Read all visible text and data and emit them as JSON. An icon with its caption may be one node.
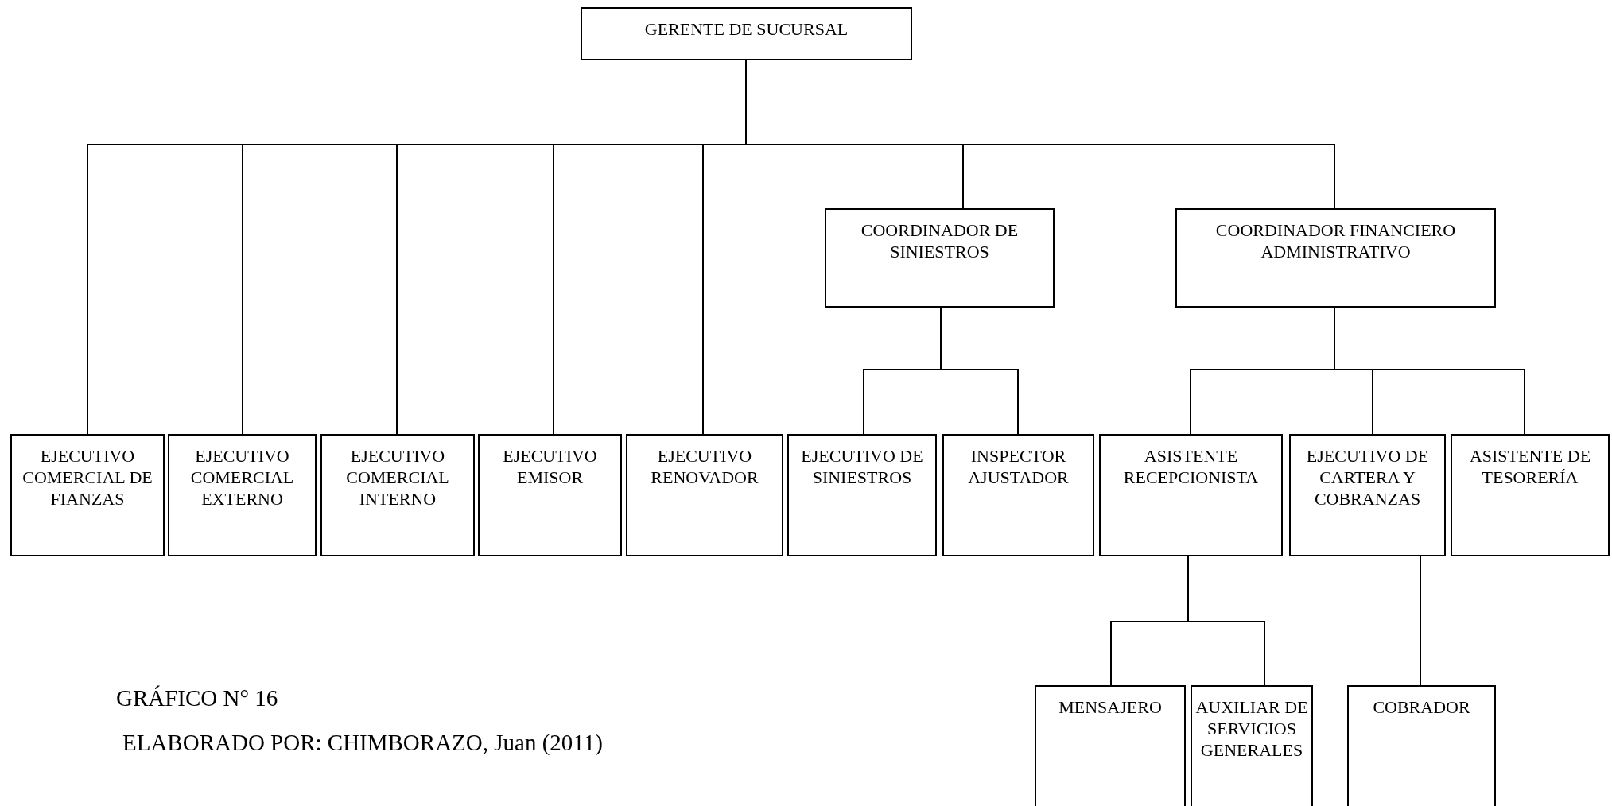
{
  "diagram": {
    "nodes": [
      {
        "text": [
          "GERENTE DE SUCURSAL"
        ]
      },
      {
        "text": [
          "COORDINADOR  DE SINIESTROS"
        ]
      },
      {
        "text": [
          "COORDINADOR FINANCIERO ADMINISTRATIVO"
        ]
      },
      {
        "text": [
          "EJECUTIVO COMERCIAL DE FIANZAS"
        ]
      },
      {
        "text": [
          "EJECUTIVO COMERCIAL EXTERNO"
        ]
      },
      {
        "text": [
          "EJECUTIVO COMERCIAL INTERNO"
        ]
      },
      {
        "text": [
          "EJECUTIVO EMISOR"
        ]
      },
      {
        "text": [
          "EJECUTIVO RENOVADOR"
        ]
      },
      {
        "text": [
          "EJECUTIVO DE SINIESTROS"
        ]
      },
      {
        "text": [
          "INSPECTOR AJUSTADOR"
        ]
      },
      {
        "text": [
          "ASISTENTE RECEPCIONISTA"
        ]
      },
      {
        "text": [
          "EJECUTIVO DE CARTERA Y COBRANZAS"
        ]
      },
      {
        "text": [
          "ASISTENTE DE TESORERÍA"
        ]
      },
      {
        "text": [
          "MENSAJERO"
        ]
      },
      {
        "text": [
          "AUXILIAR DE SERVICIOS GENERALES"
        ]
      },
      {
        "text": [
          "COBRADOR"
        ]
      }
    ],
    "edges": [
      {
        "from": 0,
        "to": 3,
        "arrow": "none"
      },
      {
        "from": 0,
        "to": 4,
        "arrow": "none"
      },
      {
        "from": 0,
        "to": 5,
        "arrow": "none"
      },
      {
        "from": 0,
        "to": 6,
        "arrow": "none"
      },
      {
        "from": 0,
        "to": 7,
        "arrow": "none"
      },
      {
        "from": 0,
        "to": 1,
        "arrow": "none"
      },
      {
        "from": 0,
        "to": 2,
        "arrow": "none"
      },
      {
        "from": 1,
        "to": 8,
        "arrow": "none"
      },
      {
        "from": 1,
        "to": 9,
        "arrow": "none"
      },
      {
        "from": 2,
        "to": 10,
        "arrow": "none"
      },
      {
        "from": 2,
        "to": 11,
        "arrow": "none"
      },
      {
        "from": 2,
        "to": 12,
        "arrow": "none"
      },
      {
        "from": 10,
        "to": 13,
        "arrow": "none"
      },
      {
        "from": 10,
        "to": 14,
        "arrow": "none"
      },
      {
        "from": 11,
        "to": 15,
        "arrow": "none"
      }
    ],
    "labels": [
      "GRÁFICO N° 16",
      "ELABORADO POR: CHIMBORAZO, Juan (2011)"
    ]
  }
}
